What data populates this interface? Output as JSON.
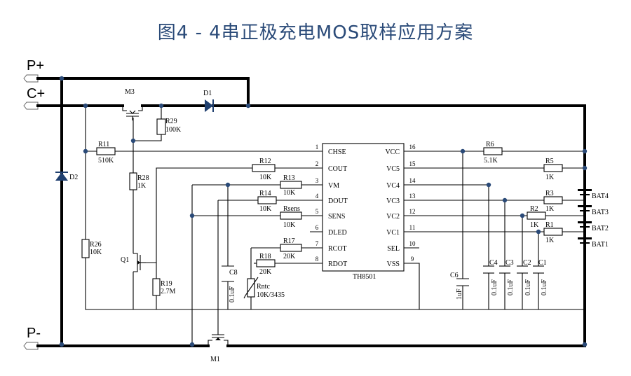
{
  "title": "图4  -  4串正极充电MOS取样应用方案",
  "rails": {
    "p_plus": "P+",
    "c_plus": "C+",
    "p_minus": "P-"
  },
  "ic": {
    "name": "TH8501",
    "left_pins": [
      {
        "num": "1",
        "name": "CHSE"
      },
      {
        "num": "2",
        "name": "COUT"
      },
      {
        "num": "3",
        "name": "VM"
      },
      {
        "num": "4",
        "name": "DOUT"
      },
      {
        "num": "5",
        "name": "SENS"
      },
      {
        "num": "6",
        "name": "DLED"
      },
      {
        "num": "7",
        "name": "RCOT"
      },
      {
        "num": "8",
        "name": "RDOT"
      }
    ],
    "right_pins": [
      {
        "num": "16",
        "name": "VCC"
      },
      {
        "num": "15",
        "name": "VC5"
      },
      {
        "num": "14",
        "name": "VC4"
      },
      {
        "num": "13",
        "name": "VC3"
      },
      {
        "num": "12",
        "name": "VC2"
      },
      {
        "num": "11",
        "name": "VC1"
      },
      {
        "num": "10",
        "name": "SEL"
      },
      {
        "num": "9",
        "name": "VSS"
      }
    ]
  },
  "components": {
    "m3": "M3",
    "d1": "D1",
    "d2": "D2",
    "r29": "R29",
    "r29_val": "100K",
    "r11": "R11",
    "r11_val": "510K",
    "r28": "R28",
    "r28_val": "1K",
    "r26": "R26",
    "r26_val": "10K",
    "q1": "Q1",
    "r19": "R19",
    "r19_val": "2.7M",
    "r12": "R12",
    "r12_val": "10K",
    "r13": "R13",
    "r13_val": "10K",
    "r14": "R14",
    "r14_val": "10K",
    "rsens": "Rsens",
    "rsens_val": "10K",
    "r17": "R17",
    "r17_val": "20K",
    "r18": "R18",
    "r18_val": "20K",
    "rntc": "Rntc",
    "rntc_val": "10K/3435",
    "c8": "C8",
    "c8_val": "0.1uF",
    "m1": "M1",
    "r6": "R6",
    "r6_val": "5.1K",
    "r5": "R5",
    "r5_val": "1K",
    "r3": "R3",
    "r3_val": "1K",
    "r2": "R2",
    "r2_val": "1K",
    "r1": "R1",
    "r1_val": "1K",
    "c6": "C6",
    "c6_val": "1uF",
    "c4": "C4",
    "c4_val": "0.1uF",
    "c3": "C3",
    "c3_val": "0.1uF",
    "c2": "C2",
    "c2_val": "0.1uF",
    "c1": "C1",
    "c1_val": "0.1uF",
    "bat4": "BAT4",
    "bat3": "BAT3",
    "bat2": "BAT2",
    "bat1": "BAT1"
  }
}
